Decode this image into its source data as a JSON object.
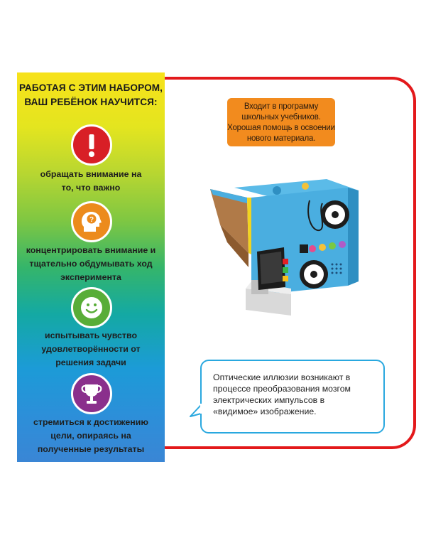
{
  "panel": {
    "title_line1": "РАБОТАЯ С ЭТИМ НАБОРОМ,",
    "title_line2": "ВАШ РЕБЁНОК НАУЧИТСЯ:",
    "items": [
      {
        "icon": "exclamation-icon",
        "color": "#d81f26",
        "line1": "обращать внимание на",
        "line2": "то, что важно",
        "line3": ""
      },
      {
        "icon": "head-question-icon",
        "color": "#ec8b1c",
        "line1": "концентрировать внимание и",
        "line2": "тщательно обдумывать ход",
        "line3": "эксперимента"
      },
      {
        "icon": "smiley-icon",
        "color": "#58ad38",
        "line1": "испытывать чувство",
        "line2": "удовлетворённости от",
        "line3": "решения задачи"
      },
      {
        "icon": "trophy-icon",
        "color": "#8a2f8c",
        "line1": "стремиться к достижению",
        "line2": "цели, опираясь на",
        "line3": "полученные результаты"
      }
    ]
  },
  "note": {
    "line1": "Входит в программу",
    "line2": "школьных учебников.",
    "line3": "Хорошая помощь в освоении",
    "line4": "нового материала."
  },
  "bubble": {
    "line1": "Оптические иллюзии возникают в",
    "line2": "процессе преобразования мозгом",
    "line3": "электрических импульсов в",
    "line4": "«видимое» изображение."
  },
  "colors": {
    "frame": "#e3191b",
    "bubble_border": "#29a8df",
    "note": "#f28b1e",
    "product": "#4aaee0"
  }
}
